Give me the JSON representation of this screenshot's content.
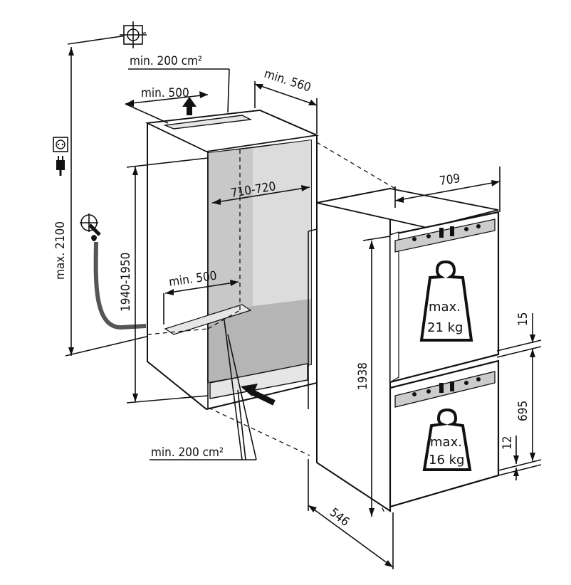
{
  "labels": {
    "top_vent": "min. 200 cm²",
    "top_depth": "min. 500",
    "niche_depth": "min. 560",
    "total_height": "max. 2100",
    "niche_height": "1940-1950",
    "niche_width": "710-720",
    "floor_depth": "min. 500",
    "bottom_vent": "min. 200 cm²",
    "appliance_width": "709",
    "appliance_height": "1938",
    "appliance_depth": "546",
    "gap_top": "15",
    "freezer_height": "695",
    "gap_bottom": "12",
    "upper_weight": "max.",
    "upper_weight_value": "21 kg",
    "lower_weight": "max.",
    "lower_weight_value": "16 kg"
  },
  "icons": [
    "water-connection-icon",
    "socket-icon",
    "plug-icon",
    "water-tap-icon",
    "weight-icon",
    "airflow-arrow-icon"
  ]
}
